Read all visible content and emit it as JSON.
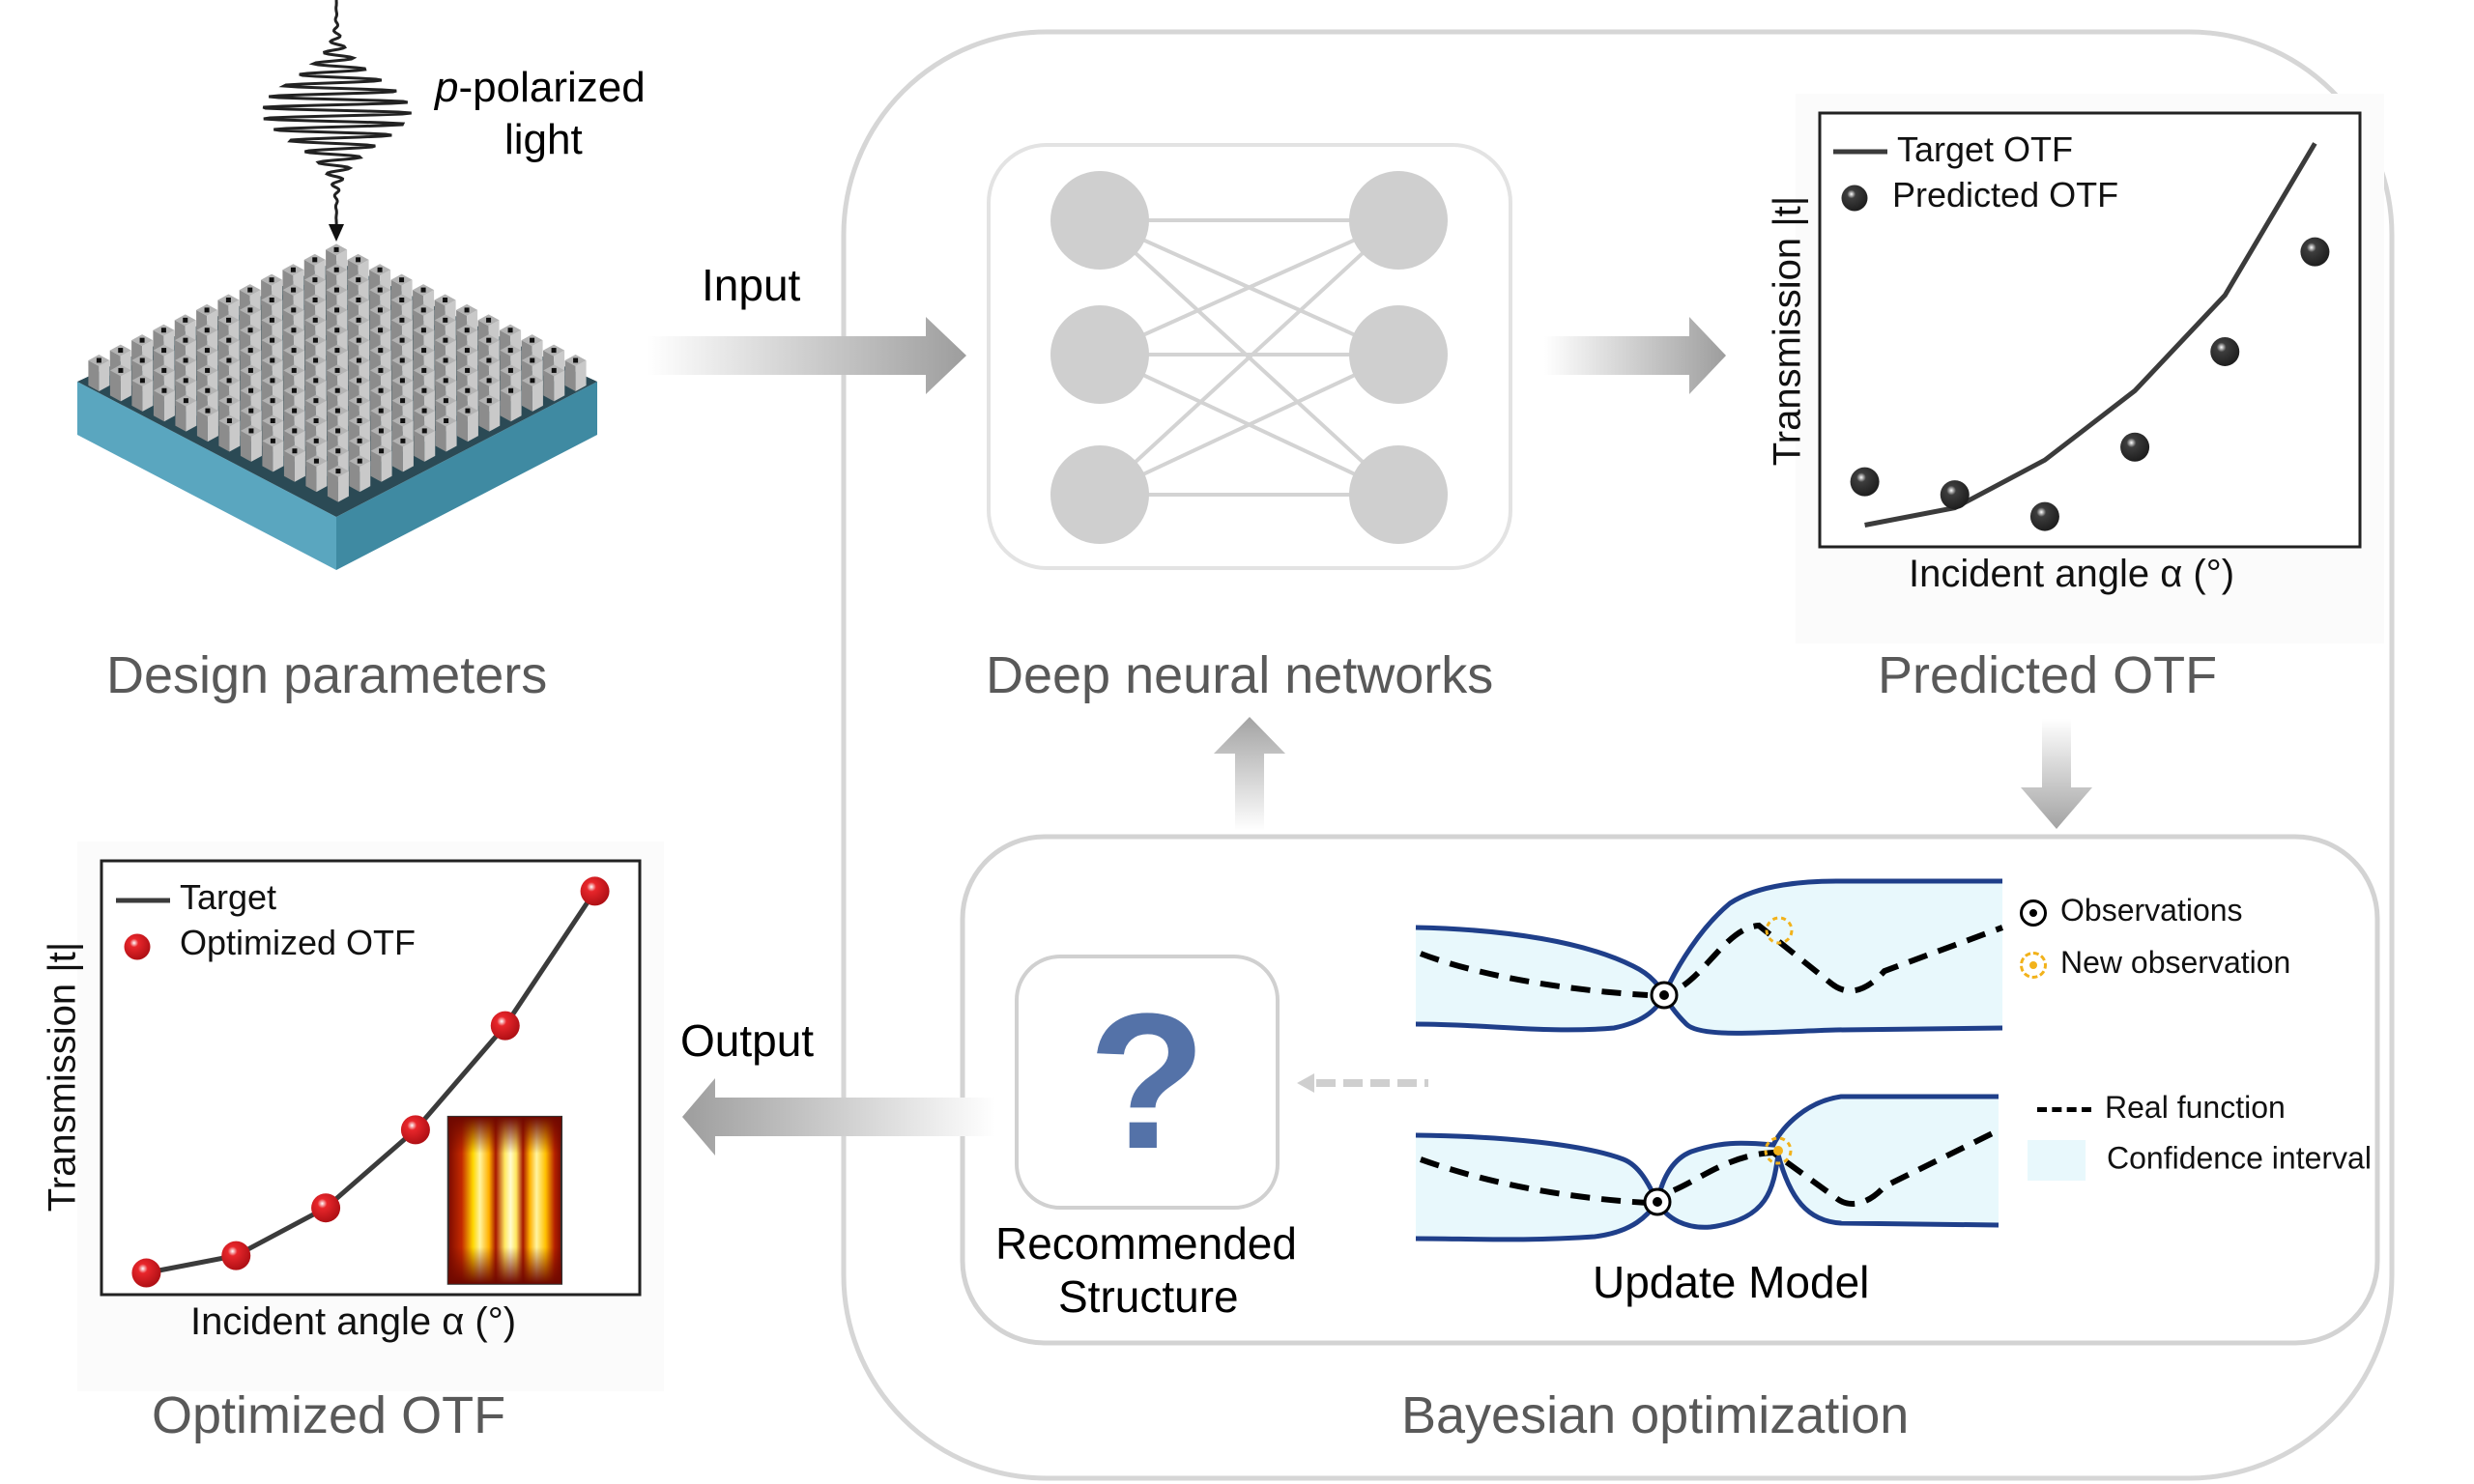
{
  "light": {
    "prefix": "p",
    "label_line1": "-polarized",
    "label_line2": "light"
  },
  "captions": {
    "design": "Design parameters",
    "dnn": "Deep neural networks",
    "predicted": "Predicted OTF",
    "optimized": "Optimized OTF",
    "bayesian": "Bayesian optimization"
  },
  "arrows": {
    "input": "Input",
    "output": "Output"
  },
  "recommended": {
    "line1": "Recommended",
    "line2": "Structure",
    "icon": "question-mark-icon"
  },
  "update_model": "Update Model",
  "gp_legend": {
    "observations": "Observations",
    "new_observation": "New observation",
    "real_function": "Real function",
    "confidence_interval": "Confidence interval"
  },
  "colors": {
    "ci_fill": "#e8f8fc",
    "ci_stroke": "#1f3f8a",
    "new_obs": "#f2b21b",
    "question": "#5472a8",
    "optimized_marker": "#e8262b",
    "predicted_marker": "#3d3d3d",
    "substrate": "#4e9ab2"
  },
  "chart_data": [
    {
      "type": "line",
      "name": "predicted-otf",
      "xlabel": "Incident angle α (°)",
      "ylabel": "Transmission |t|",
      "legend": [
        "Target OTF",
        "Predicted OTF"
      ],
      "legend_position": "top-left",
      "x": [
        1,
        2,
        3,
        4,
        5,
        6
      ],
      "series": [
        {
          "name": "Target OTF",
          "kind": "line",
          "values": [
            0.05,
            0.09,
            0.2,
            0.36,
            0.58,
            0.93
          ]
        },
        {
          "name": "Predicted OTF",
          "kind": "scatter",
          "values": [
            0.15,
            0.12,
            0.07,
            0.23,
            0.45,
            0.68
          ]
        }
      ],
      "xlim": [
        0.5,
        6.5
      ],
      "ylim": [
        0,
        1
      ],
      "ticks": "none"
    },
    {
      "type": "line",
      "name": "optimized-otf",
      "xlabel": "Incident angle α (°)",
      "ylabel": "Transmission |t|",
      "legend": [
        "Target",
        "Optimized OTF"
      ],
      "legend_position": "top-left",
      "x": [
        1,
        2,
        3,
        4,
        5,
        6
      ],
      "series": [
        {
          "name": "Target",
          "kind": "line",
          "values": [
            0.05,
            0.09,
            0.2,
            0.38,
            0.62,
            0.93
          ]
        },
        {
          "name": "Optimized OTF",
          "kind": "scatter",
          "values": [
            0.05,
            0.09,
            0.2,
            0.38,
            0.62,
            0.93
          ]
        }
      ],
      "xlim": [
        0.5,
        6.5
      ],
      "ylim": [
        0,
        1
      ],
      "ticks": "none",
      "inset": "field-intensity-map (three bright vertical lobes)"
    }
  ]
}
